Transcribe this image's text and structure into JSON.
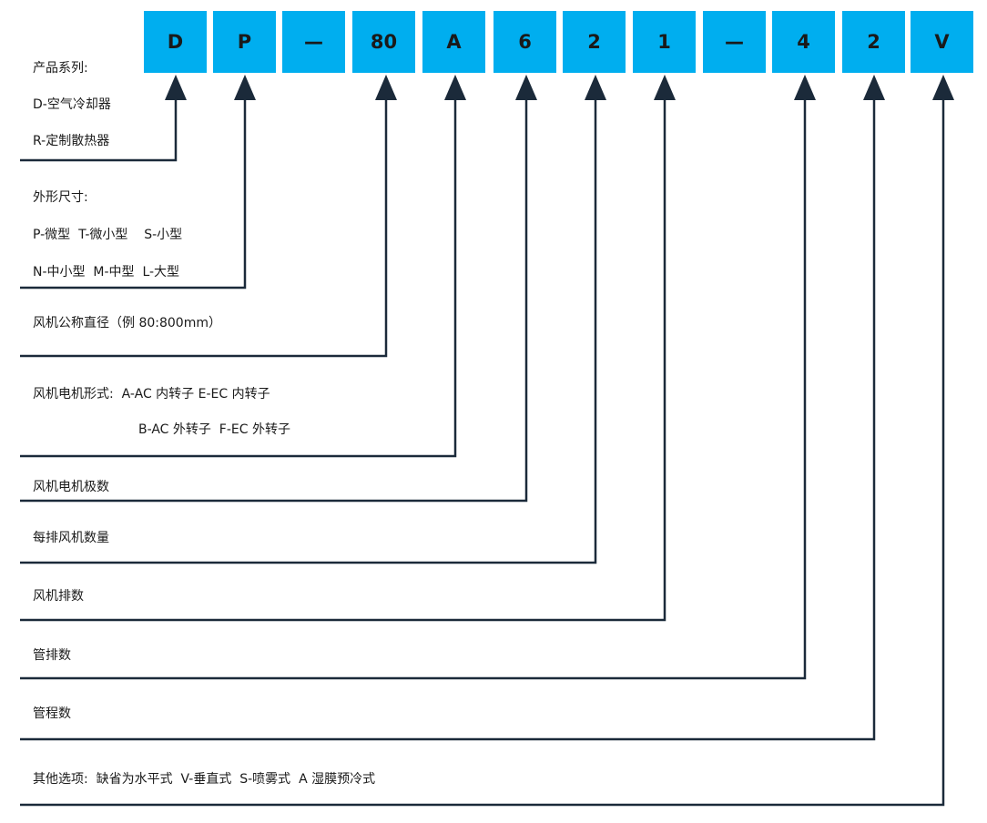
{
  "code_boxes": [
    "D",
    "P",
    "—",
    "80",
    "A",
    "6",
    "2",
    "1",
    "—",
    "4",
    "2",
    "V"
  ],
  "colors": {
    "box_fill": "#00aeef",
    "line": "#1b2a3a",
    "text": "#1a1a1a"
  },
  "sections": {
    "series": {
      "title": "产品系列:",
      "opt1": "D-空气冷却器",
      "opt2": "R-定制散热器"
    },
    "size": {
      "title": "外形尺寸:",
      "line1": "P-微型  T-微小型    S-小型",
      "line2": "N-中小型  M-中型  L-大型"
    },
    "diameter": {
      "text": "风机公称直径（例 80:800mm）"
    },
    "motor": {
      "line1": "风机电机形式:  A-AC 内转子 E-EC 内转子",
      "line2": "B-AC 外转子  F-EC 外转子"
    },
    "poles": {
      "text": "风机电机极数"
    },
    "fans_per_row": {
      "text": "每排风机数量"
    },
    "fan_rows": {
      "text": "风机排数"
    },
    "tube_rows": {
      "text": "管排数"
    },
    "passes": {
      "text": "管程数"
    },
    "options": {
      "text": "其他选项:  缺省为水平式  V-垂直式  S-喷雾式  A 湿膜预冷式"
    }
  }
}
